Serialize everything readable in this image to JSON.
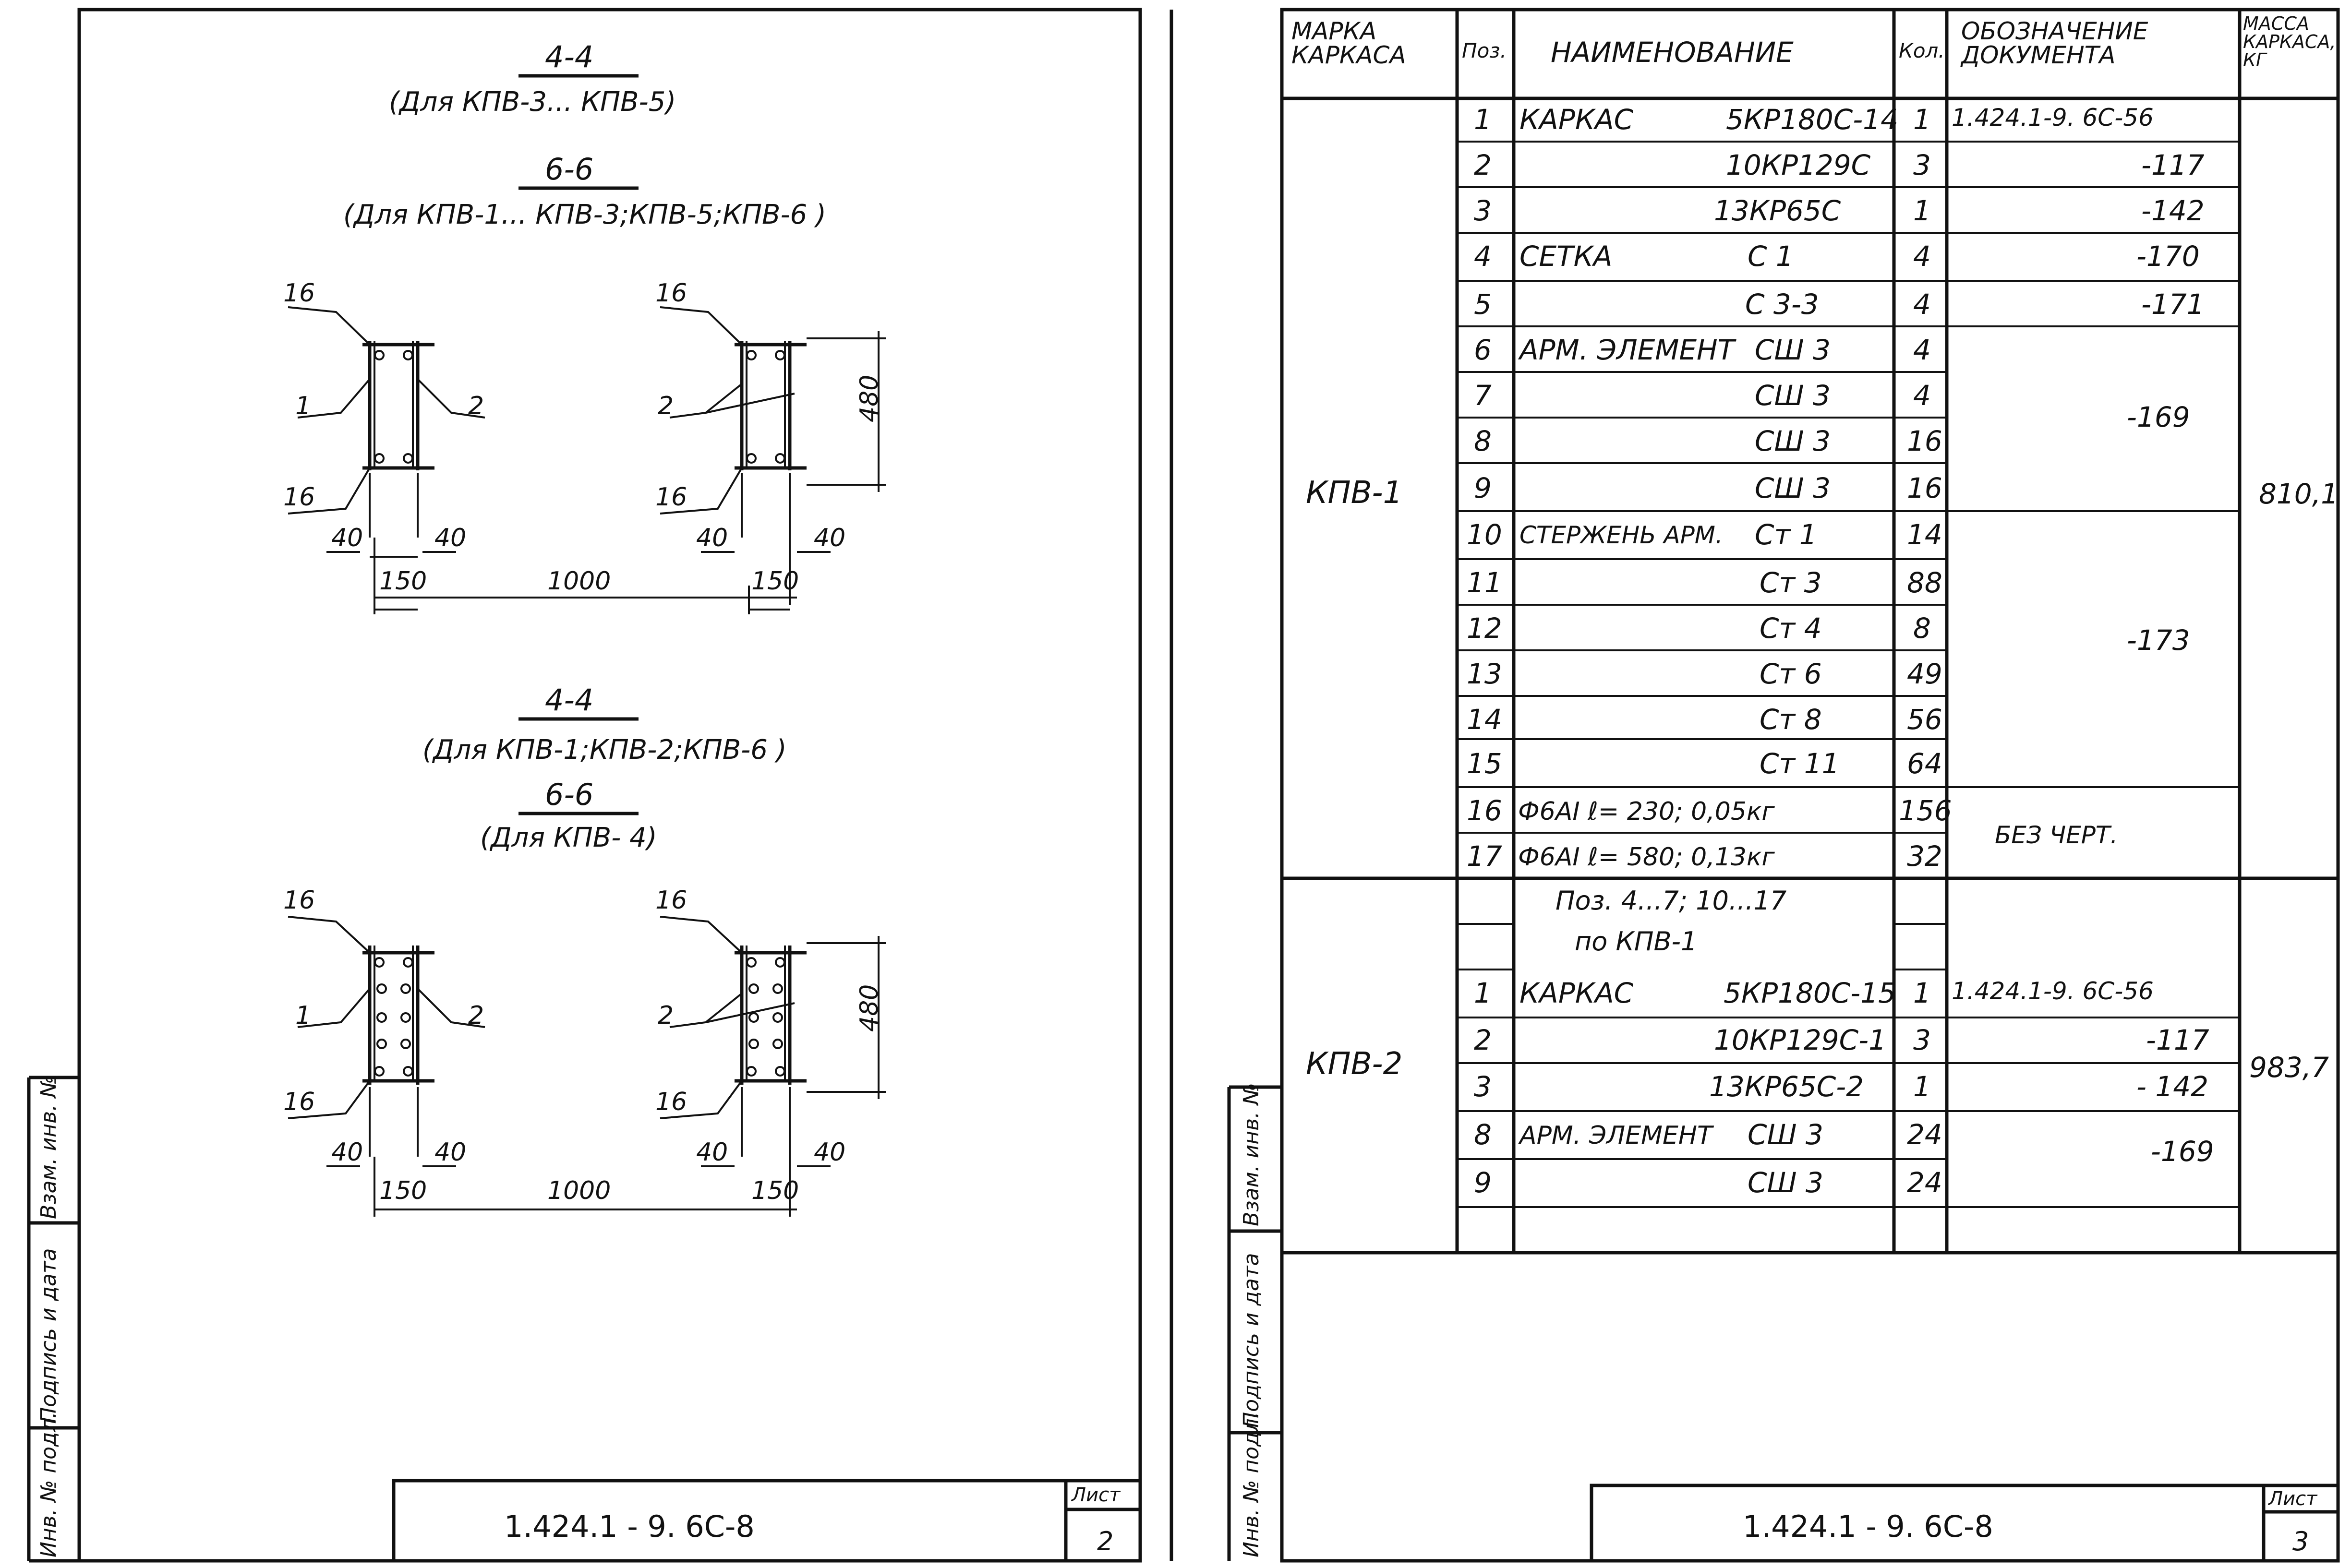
{
  "sheet2": {
    "top": {
      "cut1": "4-4",
      "cut1_note": "(Для КПВ-3... КПВ-5)",
      "cut2": "6-6",
      "cut2_note": "(Для КПВ-1... КПВ-3;КПВ-5;КПВ-6 )"
    },
    "bottom": {
      "cut1": "4-4",
      "cut1_note": "(Для КПВ-1;КПВ-2;КПВ-6 )",
      "cut2": "6-6",
      "cut2_note": "(Для КПВ- 4)"
    },
    "labels": {
      "p16": "16",
      "p1": "1",
      "p2": "2"
    },
    "dims": {
      "d40": "40",
      "d150": "150",
      "d1000": "1000",
      "d480": "480"
    },
    "stamp_code": "1.424.1 - 9. 6С-8",
    "sheet_label": "Лист",
    "sheet_no": "2",
    "side": {
      "inv_podl": "Инв. № подл.",
      "podp": "Подпись и дата",
      "vzam": "Взам. инв. №"
    }
  },
  "sheet3": {
    "headers": {
      "mark": "МАРКА КАРКАСА",
      "pos": "Поз.",
      "name": "НАИМЕНОВАНИЕ",
      "qty": "Кол.",
      "doc": "ОБОЗНАЧЕНИЕ ДОКУМЕНТА",
      "mass": "МАССА КАРКАСА, КГ"
    },
    "groups": [
      {
        "mark": "КПВ-1",
        "mass": "810,1",
        "rows": [
          {
            "pos": "1",
            "name": "КАРКАС",
            "code": "5КР180С-14",
            "qty": "1",
            "doc": "1.424.1-9. 6С-56"
          },
          {
            "pos": "2",
            "name": "",
            "code": "10КР129С",
            "qty": "3",
            "doc": "-117"
          },
          {
            "pos": "3",
            "name": "",
            "code": "13КР65С",
            "qty": "1",
            "doc": "-142"
          },
          {
            "pos": "4",
            "name": "СЕТКА",
            "code": "С 1",
            "qty": "4",
            "doc": "-170"
          },
          {
            "pos": "5",
            "name": "",
            "code": "С 3-3",
            "qty": "4",
            "doc": "-171"
          },
          {
            "pos": "6",
            "name": "АРМ. ЭЛЕМЕНТ",
            "code": "СШ 3",
            "qty": "4",
            "doc": ""
          },
          {
            "pos": "7",
            "name": "",
            "code": "СШ 3",
            "qty": "4",
            "doc": "-169"
          },
          {
            "pos": "8",
            "name": "",
            "code": "СШ 3",
            "qty": "16",
            "doc": ""
          },
          {
            "pos": "9",
            "name": "",
            "code": "СШ 3",
            "qty": "16",
            "doc": ""
          },
          {
            "pos": "10",
            "name": "СТЕРЖЕНЬ АРМ.",
            "code": "Ст 1",
            "qty": "14",
            "doc": ""
          },
          {
            "pos": "11",
            "name": "",
            "code": "Ст 3",
            "qty": "88",
            "doc": ""
          },
          {
            "pos": "12",
            "name": "",
            "code": "Ст 4",
            "qty": "8",
            "doc": "-173"
          },
          {
            "pos": "13",
            "name": "",
            "code": "Ст 6",
            "qty": "49",
            "doc": ""
          },
          {
            "pos": "14",
            "name": "",
            "code": "Ст 8",
            "qty": "56",
            "doc": ""
          },
          {
            "pos": "15",
            "name": "",
            "code": "Ст 11",
            "qty": "64",
            "doc": ""
          },
          {
            "pos": "16",
            "name": "Ф6АI  ℓ= 230;  0,05кг",
            "code": "",
            "qty": "156",
            "doc": "БЕЗ ЧЕРТ."
          },
          {
            "pos": "17",
            "name": "Ф6АI  ℓ= 580;  0,13кг",
            "code": "",
            "qty": "32",
            "doc": ""
          }
        ]
      },
      {
        "mark": "КПВ-2",
        "mass": "983,7",
        "note1": "Поз. 4...7; 10...17",
        "note2": "по КПВ-1",
        "rows": [
          {
            "pos": "1",
            "name": "КАРКАС",
            "code": "5КР180С-15",
            "qty": "1",
            "doc": "1.424.1-9. 6С-56"
          },
          {
            "pos": "2",
            "name": "",
            "code": "10КР129С-1",
            "qty": "3",
            "doc": "-117"
          },
          {
            "pos": "3",
            "name": "",
            "code": "13КР65С-2",
            "qty": "1",
            "doc": "- 142"
          },
          {
            "pos": "8",
            "name": "АРМ. ЭЛЕМЕНТ",
            "code": "СШ 3",
            "qty": "24",
            "doc": "-169"
          },
          {
            "pos": "9",
            "name": "",
            "code": "СШ 3",
            "qty": "24",
            "doc": ""
          }
        ]
      }
    ],
    "stamp_code": "1.424.1 - 9. 6С-8",
    "sheet_label": "Лист",
    "sheet_no": "3",
    "side": {
      "inv_podl": "Инв. № подл.",
      "podp": "Подпись и дата",
      "vzam": "Взам. инв. №"
    }
  }
}
